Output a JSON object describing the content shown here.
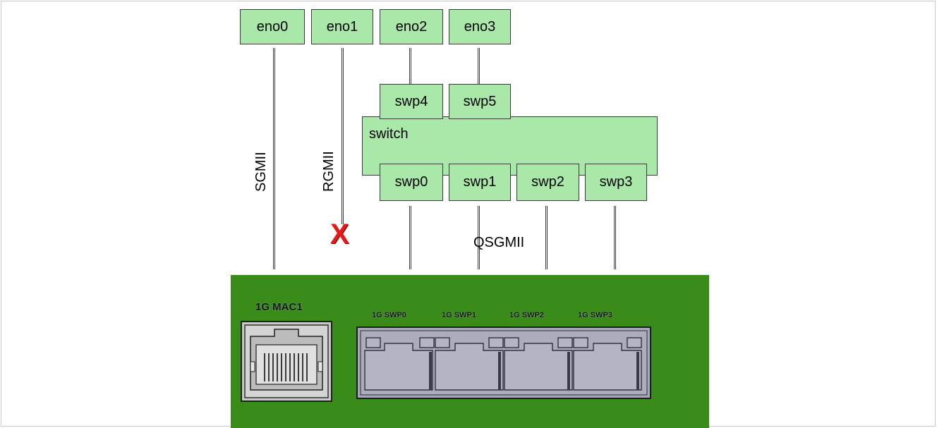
{
  "interfaces": [
    "eno0",
    "eno1",
    "eno2",
    "eno3"
  ],
  "switch": {
    "label": "switch",
    "cpu_ports": [
      "swp4",
      "swp5"
    ],
    "user_ports": [
      "swp0",
      "swp1",
      "swp2",
      "swp3"
    ]
  },
  "links": {
    "sgmii": "SGMII",
    "rgmii": "RGMII",
    "qsgmii": "QSGMII",
    "disconnected_mark": "X"
  },
  "board": {
    "mac_label": "1G MAC1",
    "port_labels": [
      "1G SWP0",
      "1G SWP1",
      "1G SWP2",
      "1G SWP3"
    ]
  },
  "colors": {
    "box_fill": "#aae8aa",
    "board_green": "#3a8c1a",
    "x_mark": "#e41a1a",
    "connector_gray": "#a8a8b4"
  }
}
